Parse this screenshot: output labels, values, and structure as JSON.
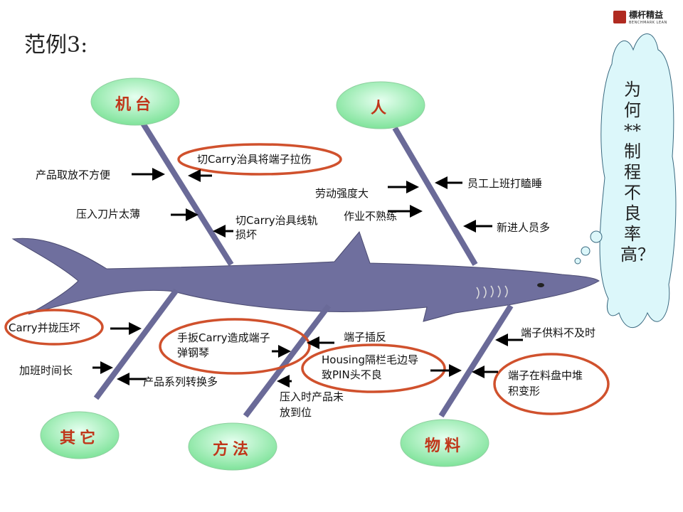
{
  "title": "范例3:",
  "logo": {
    "cn": "標杆精益",
    "en": "BENCHMARK LEAN"
  },
  "question": "为何**制程不良率高？",
  "categories": {
    "machine": "机台",
    "people": "人",
    "other": "其它",
    "method": "方法",
    "material": "物料"
  },
  "causes": {
    "machine": [
      "产品取放不方便",
      "切Carry治具将端子拉伤",
      "压入刀片太薄",
      "切Carry治具线轨",
      "损坏"
    ],
    "people": [
      "劳动强度大",
      "作业不熟练",
      "员工上班打瞌睡",
      "新进人员多"
    ],
    "other": [
      "Carry并拢压坏",
      "加班时间长",
      "产品系列转换多"
    ],
    "method": [
      "手扳Carry造成端子",
      "弹钢琴",
      "端子插反",
      "Housing隔栏毛边导",
      "致PIN头不良",
      "压入时产品未",
      "放到位"
    ],
    "material": [
      "端子供料不及时",
      "端子在料盘中堆",
      "积变形"
    ]
  },
  "colors": {
    "bone": "#6a6a98",
    "shark": "#6f6f9e",
    "highlight": "#d0512d",
    "category_fill": "#9ff0b0",
    "cloud": "#dcf7fa"
  }
}
